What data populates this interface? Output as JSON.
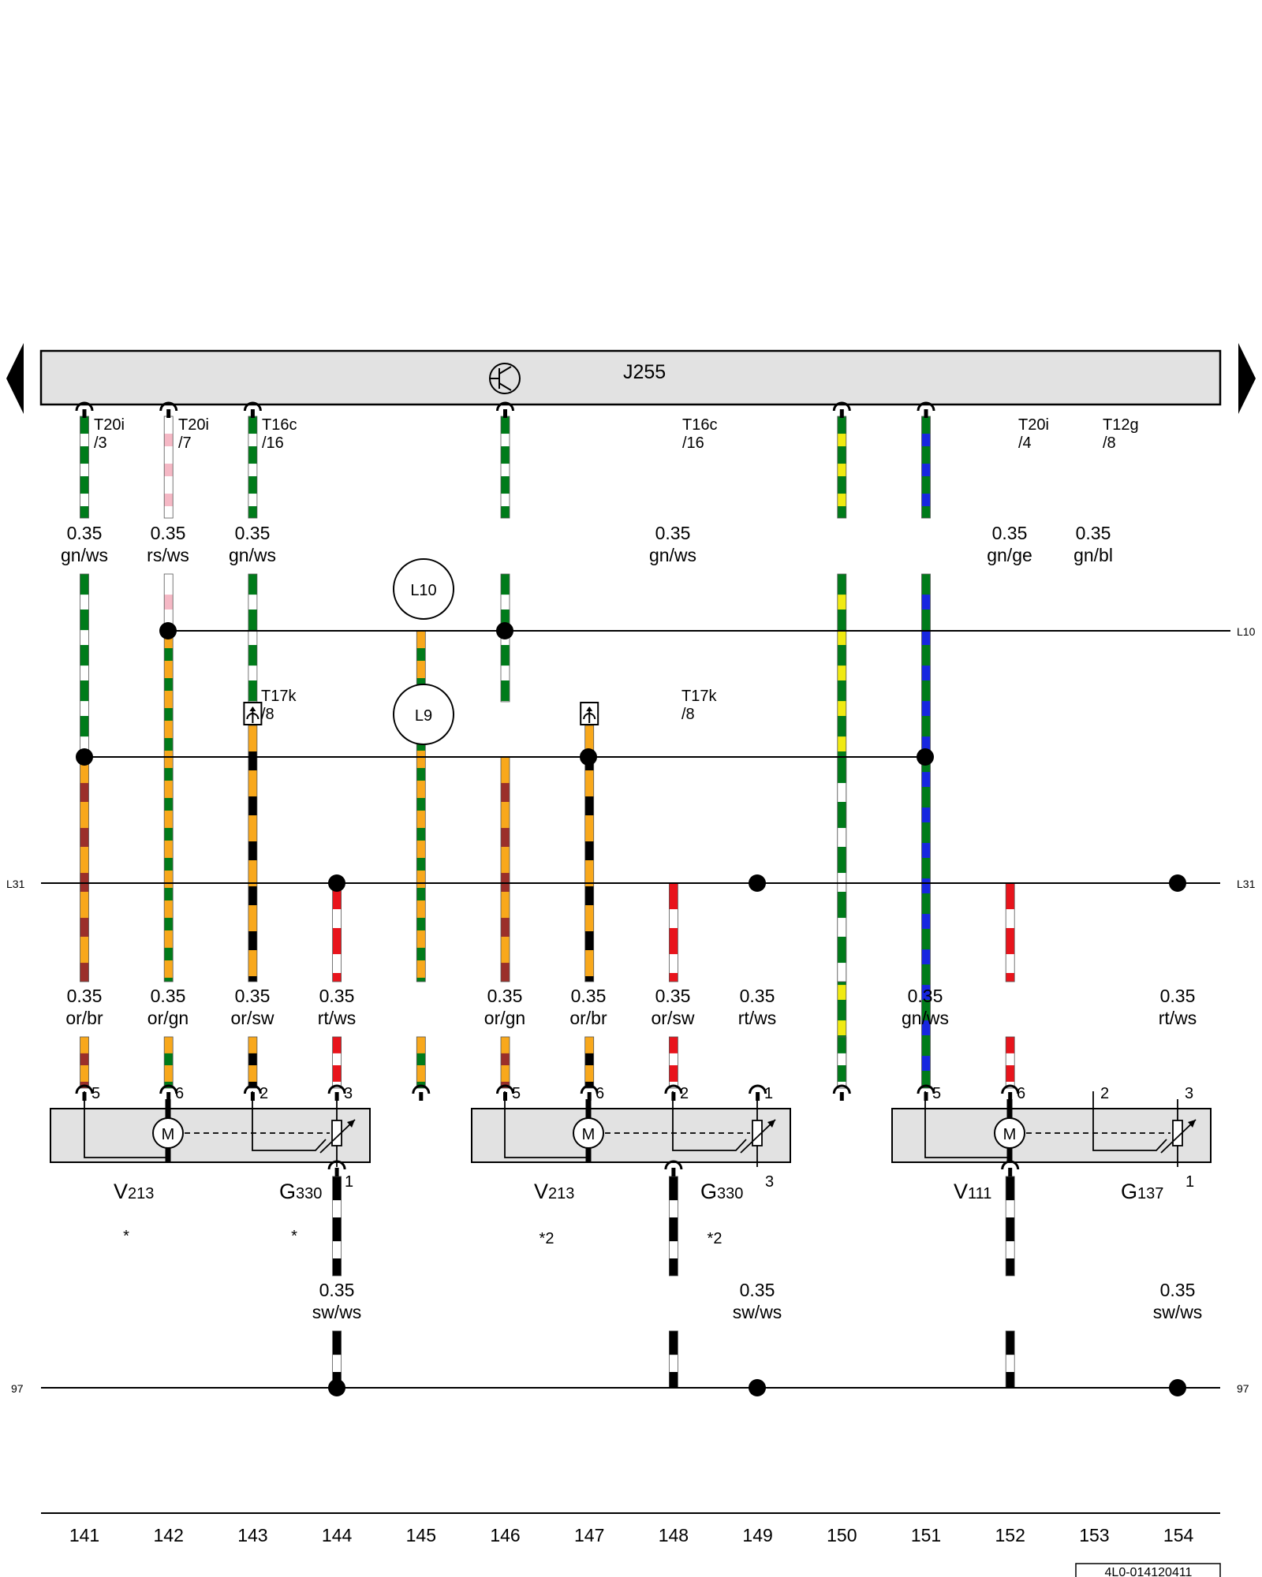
{
  "component": {
    "id": "J255"
  },
  "nav": {
    "prev": "prev-page-arrow",
    "next": "next-page-arrow"
  },
  "connector_labels": [
    {
      "id": "c1",
      "line1": "T20i",
      "line2": "/3"
    },
    {
      "id": "c2",
      "line1": "T20i",
      "line2": "/7"
    },
    {
      "id": "c3",
      "line1": "T16c",
      "line2": "/16"
    },
    {
      "id": "c4",
      "line1": "T16c",
      "line2": "/16"
    },
    {
      "id": "c5",
      "line1": "T20i",
      "line2": "/4"
    },
    {
      "id": "c6",
      "line1": "T12g",
      "line2": "/8"
    },
    {
      "id": "c7",
      "line1": "T17k",
      "line2": "/8"
    },
    {
      "id": "c8",
      "line1": "T17k",
      "line2": "/8"
    }
  ],
  "wire_labels": [
    {
      "size": "0.35",
      "color": "gn/ws"
    },
    {
      "size": "0.35",
      "color": "rs/ws"
    },
    {
      "size": "0.35",
      "color": "gn/ws"
    },
    {
      "size": "0.35",
      "color": "gn/ws"
    },
    {
      "size": "0.35",
      "color": "gn/ge"
    },
    {
      "size": "0.35",
      "color": "gn/bl"
    },
    {
      "size": "0.35",
      "color": "or/br"
    },
    {
      "size": "0.35",
      "color": "or/gn"
    },
    {
      "size": "0.35",
      "color": "or/sw"
    },
    {
      "size": "0.35",
      "color": "rt/ws"
    },
    {
      "size": "0.35",
      "color": "or/gn"
    },
    {
      "size": "0.35",
      "color": "or/br"
    },
    {
      "size": "0.35",
      "color": "or/sw"
    },
    {
      "size": "0.35",
      "color": "rt/ws"
    },
    {
      "size": "0.35",
      "color": "gn/ws"
    },
    {
      "size": "0.35",
      "color": "rt/ws"
    },
    {
      "size": "0.35",
      "color": "sw/ws"
    },
    {
      "size": "0.35",
      "color": "sw/ws"
    },
    {
      "size": "0.35",
      "color": "sw/ws"
    }
  ],
  "bus_circles": [
    "L10",
    "L9"
  ],
  "side_labels": {
    "l10": "L10",
    "l31": "L31",
    "ground": "97"
  },
  "pins": [
    "5",
    "6",
    "2",
    "3",
    "5",
    "6",
    "2",
    "1",
    "5",
    "6",
    "2",
    "3",
    "1",
    "3",
    "1"
  ],
  "motor_symbol": "M",
  "components": [
    {
      "main": "V",
      "sub": "213"
    },
    {
      "main": "G",
      "sub": "330"
    },
    {
      "main": "V",
      "sub": "213"
    },
    {
      "main": "G",
      "sub": "330"
    },
    {
      "main": "V",
      "sub": "111"
    },
    {
      "main": "G",
      "sub": "137"
    }
  ],
  "footnotes": [
    "*",
    "*",
    "*2",
    "*2"
  ],
  "columns": [
    "141",
    "142",
    "143",
    "144",
    "145",
    "146",
    "147",
    "148",
    "149",
    "150",
    "151",
    "152",
    "153",
    "154"
  ],
  "diagram_ref": "4L0-014120411",
  "colors": {
    "gn": "#007b1a",
    "ws": "#ffffff",
    "rs": "#f5b8c5",
    "or": "#f8a81c",
    "br": "#9b2f2a",
    "sw": "#000000",
    "rt": "#e8141c",
    "ge": "#f0ea12",
    "bl": "#1726e0",
    "box_fill": "#e2e2e2"
  }
}
